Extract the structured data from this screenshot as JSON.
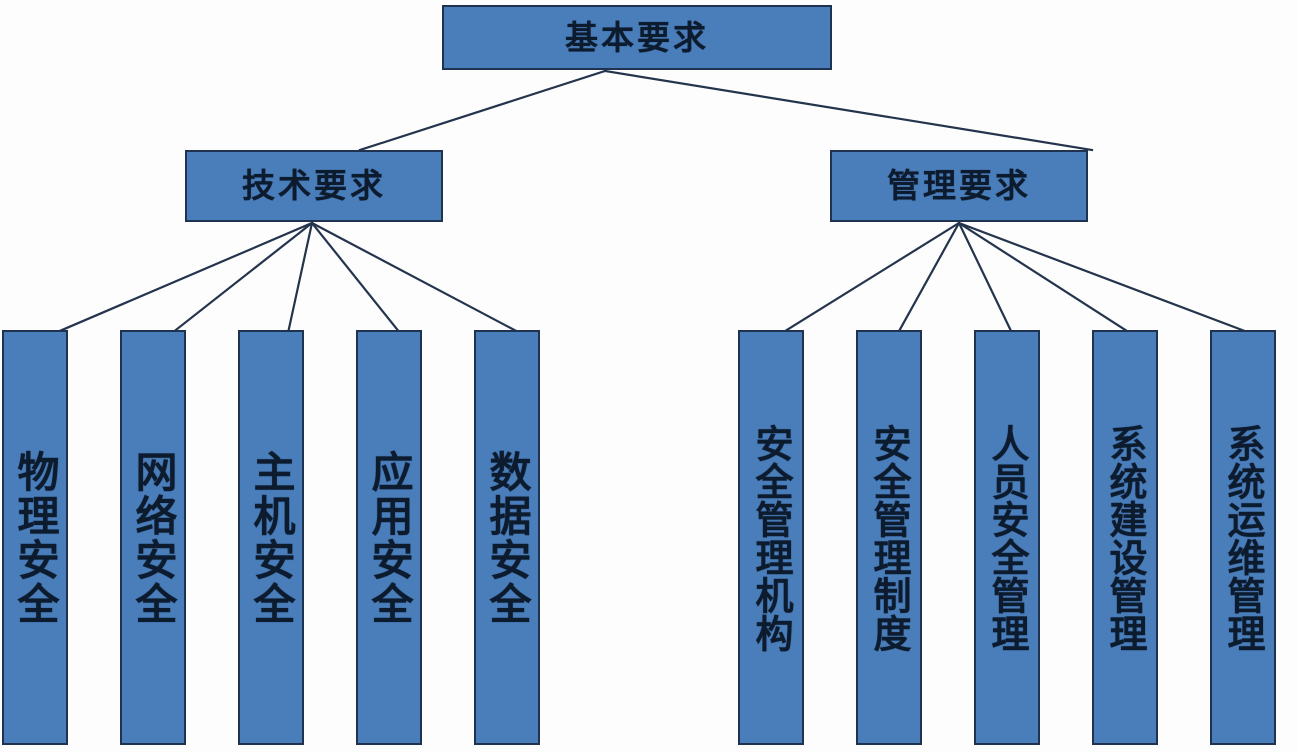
{
  "diagram": {
    "type": "tree",
    "title": "基本要求",
    "orientation": "top-down",
    "colors": {
      "node_fill": "#4a7ebb",
      "node_border": "#1f3250",
      "connector": "#24344d",
      "text": "#0d1b2e",
      "background": "#fdfdfd"
    },
    "root": {
      "label": "基本要求"
    },
    "branches": [
      {
        "label": "技术要求",
        "children": [
          {
            "label": "物理安全"
          },
          {
            "label": "网络安全"
          },
          {
            "label": "主机安全"
          },
          {
            "label": "应用安全"
          },
          {
            "label": "数据安全"
          }
        ]
      },
      {
        "label": "管理要求",
        "children": [
          {
            "label": "安全管理机构"
          },
          {
            "label": "安全管理制度"
          },
          {
            "label": "人员安全管理"
          },
          {
            "label": "系统建设管理"
          },
          {
            "label": "系统运维管理"
          }
        ]
      }
    ]
  }
}
